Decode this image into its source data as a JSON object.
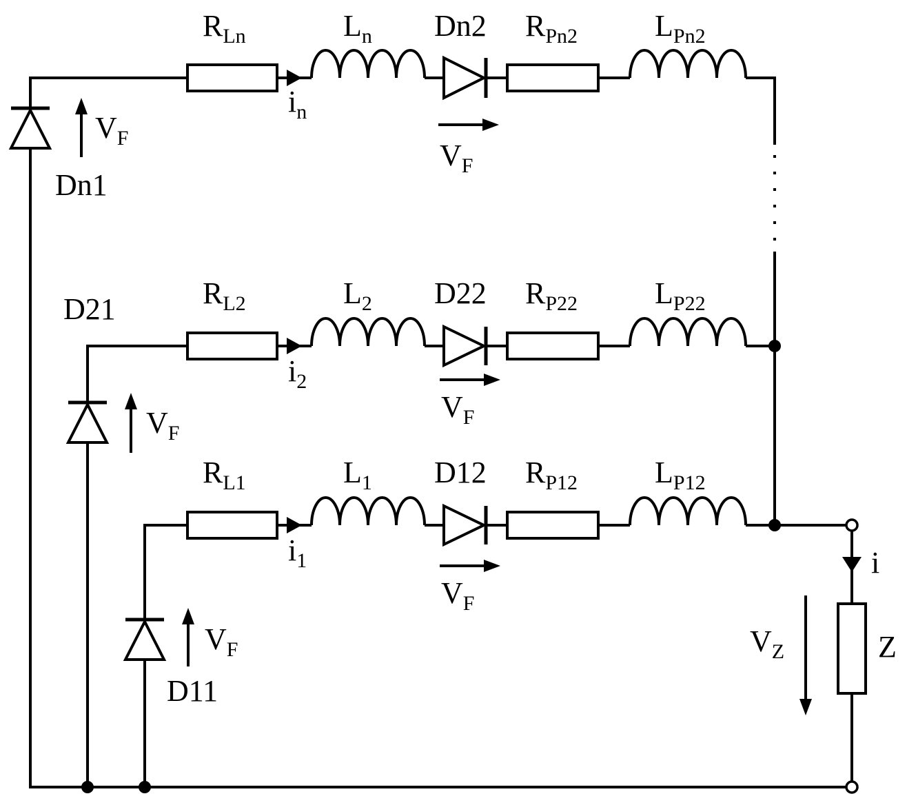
{
  "branch_n": {
    "resistor_main": "R",
    "resistor_main_sub": "Ln",
    "inductor": "L",
    "inductor_sub": "n",
    "diode_series": "Dn2",
    "resistor_p": "R",
    "resistor_p_sub": "Pn2",
    "inductor_p": "L",
    "inductor_p_sub": "Pn2",
    "current": "i",
    "current_sub": "n",
    "diode_shunt": "Dn1",
    "vf_series": "V",
    "vf_series_sub": "F",
    "vf_shunt": "V",
    "vf_shunt_sub": "F"
  },
  "branch_2": {
    "resistor_main": "R",
    "resistor_main_sub": "L2",
    "inductor": "L",
    "inductor_sub": "2",
    "diode_series": "D22",
    "resistor_p": "R",
    "resistor_p_sub": "P22",
    "inductor_p": "L",
    "inductor_p_sub": "P22",
    "current": "i",
    "current_sub": "2",
    "diode_shunt": "D21",
    "vf_series": "V",
    "vf_series_sub": "F",
    "vf_shunt": "V",
    "vf_shunt_sub": "F"
  },
  "branch_1": {
    "resistor_main": "R",
    "resistor_main_sub": "L1",
    "inductor": "L",
    "inductor_sub": "1",
    "diode_series": "D12",
    "resistor_p": "R",
    "resistor_p_sub": "P12",
    "inductor_p": "L",
    "inductor_p_sub": "P12",
    "current": "i",
    "current_sub": "1",
    "diode_shunt": "D11",
    "vf_series": "V",
    "vf_series_sub": "F",
    "vf_shunt": "V",
    "vf_shunt_sub": "F"
  },
  "load": {
    "impedance": "Z",
    "voltage": "V",
    "voltage_sub": "Z",
    "current": "i"
  }
}
